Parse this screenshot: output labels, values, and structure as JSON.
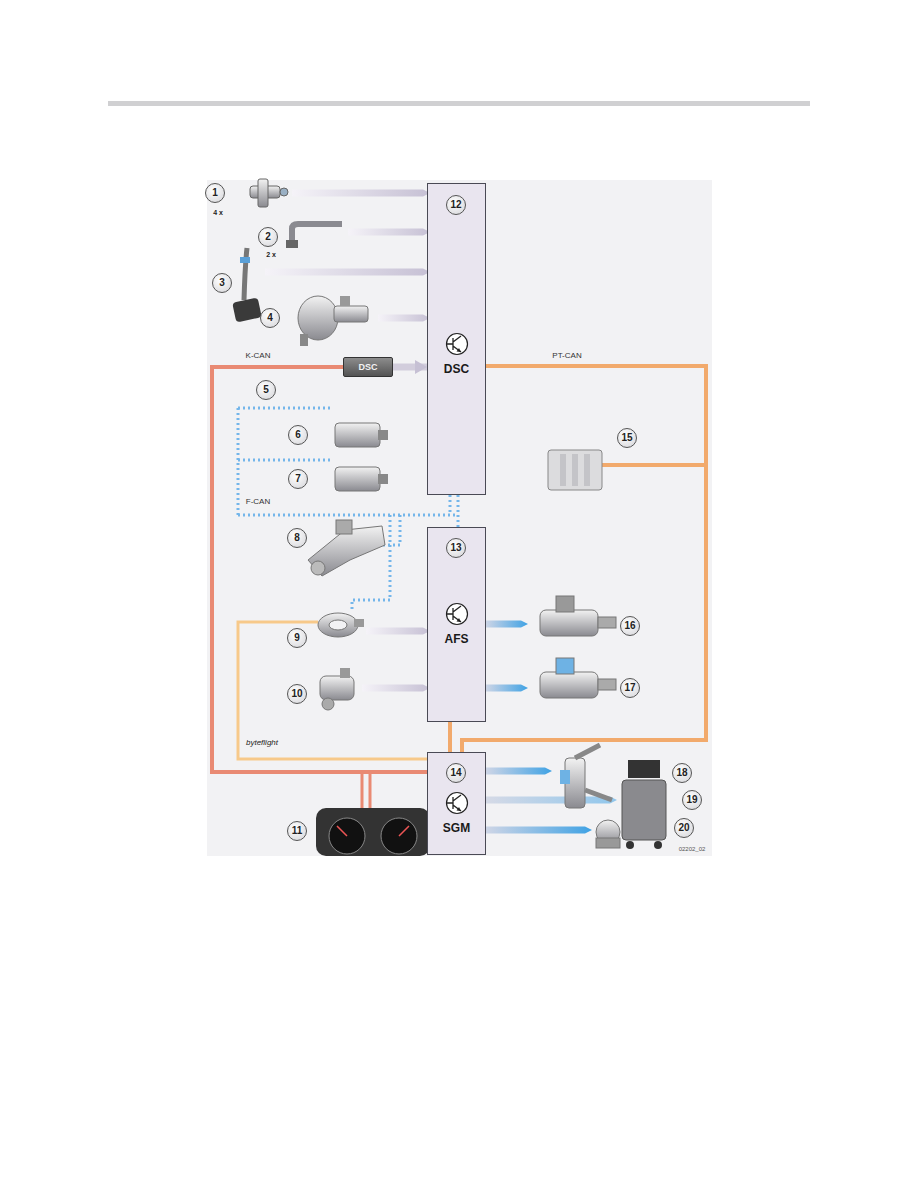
{
  "diagram": {
    "nodes": [
      {
        "text": [
          "DSC"
        ]
      },
      {
        "text": [
          "AFS"
        ]
      },
      {
        "text": [
          "SGM"
        ]
      },
      {
        "text": [
          "DSC"
        ]
      }
    ],
    "edges": [
      {
        "from": 3,
        "to": 0,
        "arrow": "to"
      },
      {
        "from": 3,
        "to": 2,
        "arrow": "none",
        "label": "K-CAN"
      },
      {
        "from": 0,
        "to": 2,
        "arrow": "none",
        "label": "PT-CAN"
      },
      {
        "from": 0,
        "to": 1,
        "arrow": "none",
        "label": "F-CAN"
      },
      {
        "from": 1,
        "to": 2,
        "arrow": "none"
      }
    ],
    "labels": [
      "1",
      "4 x",
      "2",
      "2 x",
      "3",
      "4",
      "5",
      "6",
      "7",
      "8",
      "9",
      "10",
      "11",
      "12",
      "13",
      "14",
      "15",
      "16",
      "17",
      "18",
      "19",
      "20",
      "byteflight",
      "02202_02"
    ]
  }
}
